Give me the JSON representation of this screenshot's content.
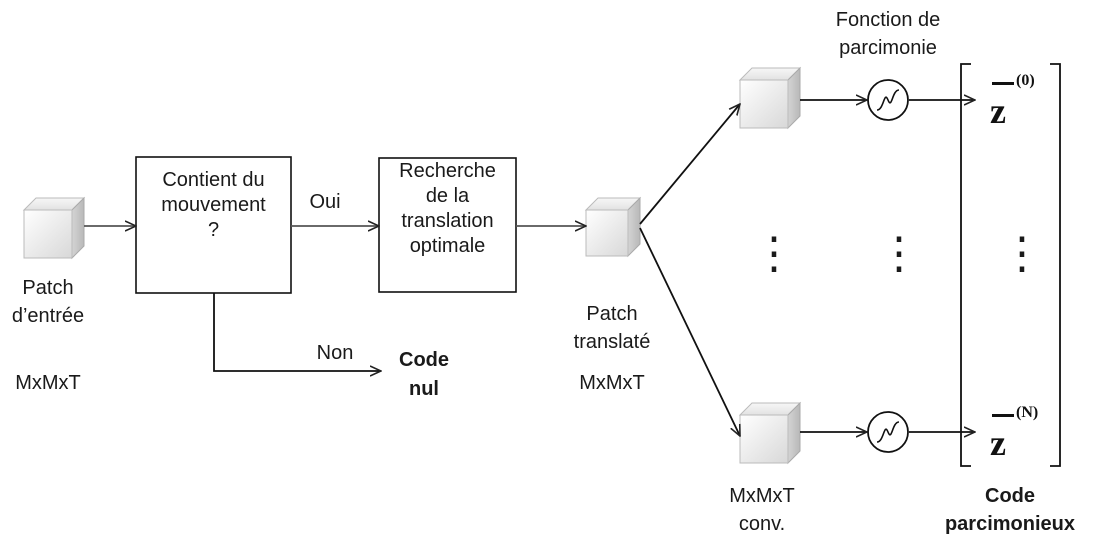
{
  "labels": {
    "patch_entree_1": "Patch",
    "patch_entree_2": "d’entrée",
    "mxmxt_input": "MxMxT",
    "box1_line1": "Contient du",
    "box1_line2": "mouvement",
    "box1_line3": "?",
    "oui": "Oui",
    "non": "Non",
    "code_nul_1": "Code",
    "code_nul_2": "nul",
    "box2_line1": "Recherche",
    "box2_line2": "de la",
    "box2_line3": "translation",
    "box2_line4": "optimale",
    "patch_translate_1": "Patch",
    "patch_translate_2": "translaté",
    "mxmxt_translated": "MxMxT",
    "fonction_1": "Fonction de",
    "fonction_2": "parcimonie",
    "conv_1": "MxMxT",
    "conv_2": "conv.",
    "code_parc_1": "Code",
    "code_parc_2": "parcimonieux",
    "z_symbol": "z",
    "z_sup_top": "(0)",
    "z_sup_bottom": "(N)",
    "dots": "⋮"
  }
}
